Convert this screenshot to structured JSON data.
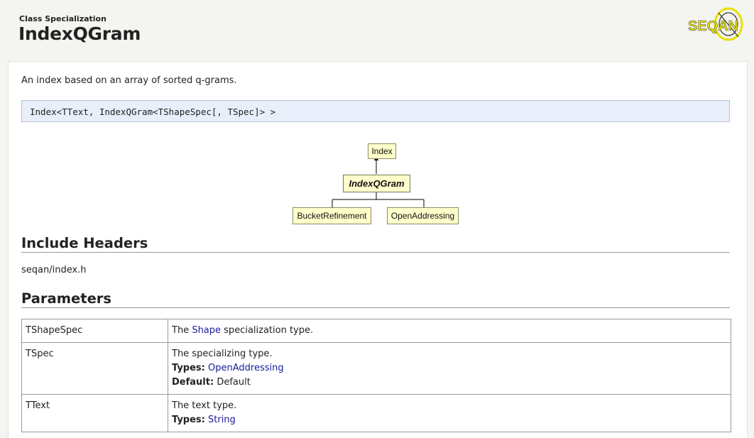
{
  "header": {
    "kind": "Class Specialization",
    "title": "IndexQGram",
    "logo_text": "SEQAN"
  },
  "description": "An index based on an array of sorted q-grams.",
  "signature": "Index<TText, IndexQGram<TShapeSpec[, TSpec]> >",
  "diagram": {
    "parent": "Index",
    "current": "IndexQGram",
    "children": [
      "BucketRefinement",
      "OpenAddressing"
    ]
  },
  "include_headers": {
    "heading": "Include Headers",
    "file": "seqan/index.h"
  },
  "parameters": {
    "heading": "Parameters",
    "rows": [
      {
        "name": "TShapeSpec",
        "desc_pre": "The ",
        "desc_link": "Shape",
        "desc_post": " specialization type."
      },
      {
        "name": "TSpec",
        "desc": "The specializing type.",
        "types_label": "Types:",
        "types_value": "OpenAddressing",
        "default_label": "Default:",
        "default_value": "Default"
      },
      {
        "name": "TText",
        "desc": "The text type.",
        "types_label": "Types:",
        "types_value": "String"
      }
    ]
  },
  "colors": {
    "link": "#1a1a99",
    "signature_bg": "#e8eefa",
    "node_bg": "#ffffcc",
    "logo_yellow": "#e8e000"
  }
}
